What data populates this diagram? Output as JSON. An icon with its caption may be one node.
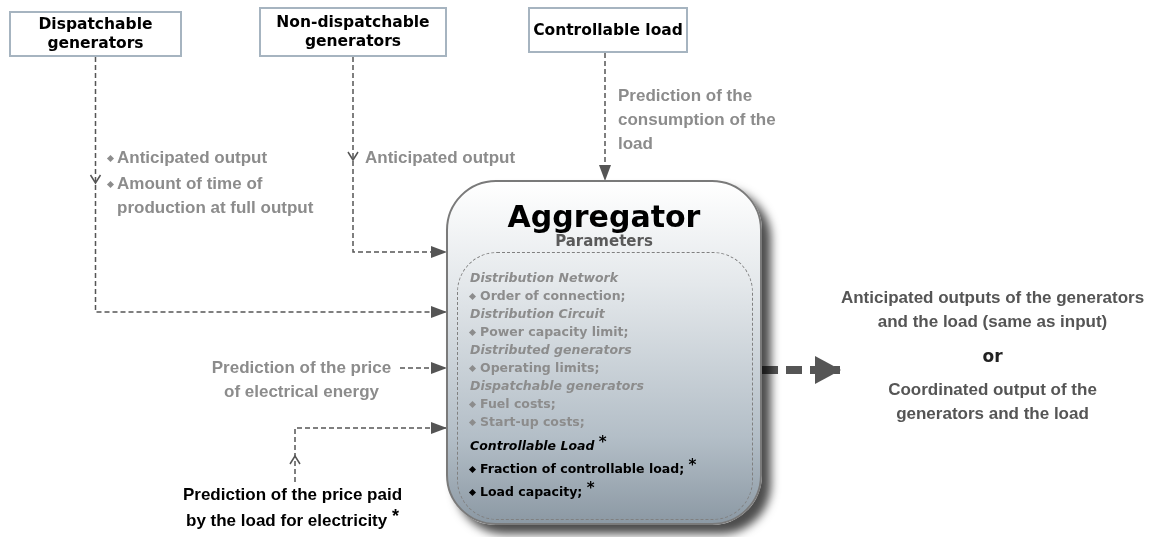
{
  "diagram": {
    "nodes": [
      {
        "text": [
          "Dispatchable generators"
        ]
      },
      {
        "text": [
          "Non-dispatchable generators"
        ]
      },
      {
        "text": [
          "Controllable load"
        ]
      },
      {
        "text": [
          "Aggregator",
          "Parameters"
        ]
      },
      {
        "text": [
          "Distribution Network",
          "Order of connection;",
          "Distribution Circuit",
          "Power capacity limit;",
          "Distributed generators",
          "Operating limits;",
          "Dispatchable generators",
          "Fuel costs;",
          "Start-up costs;",
          "Controllable Load $^{*}$",
          "Fraction of controllable load; $^{*}$",
          "Load capacity; $^{*}$"
        ],
        "in": 3
      },
      {
        "text": [
          "Prediction of the price of electrical energy"
        ]
      },
      {
        "text": [
          "Prediction of the price paid by the load for electricity $^{*}$"
        ]
      },
      {
        "text": [
          "Anticipated outputs of the generators and the load (same as input)",
          "or",
          "Coordinated output of the generators and the load"
        ]
      }
    ],
    "edges": [
      {
        "from": 0,
        "to": 3,
        "arrow": "to",
        "style": "dashed"
      },
      {
        "from": 1,
        "to": 3,
        "arrow": "to",
        "style": "dashed",
        "label": "Anticipated output"
      },
      {
        "from": 2,
        "to": 3,
        "arrow": "to",
        "style": "dashed",
        "label": "Prediction of the consumption of the load"
      },
      {
        "from": 5,
        "to": 3,
        "arrow": "to",
        "style": "dashed"
      },
      {
        "from": 6,
        "to": 3,
        "arrow": "to",
        "style": "dashed"
      },
      {
        "from": 3,
        "to": 7,
        "arrow": "to",
        "style": "dashed"
      }
    ],
    "labels": [
      "Anticipated output",
      "Amount of time of production at full output"
    ]
  }
}
